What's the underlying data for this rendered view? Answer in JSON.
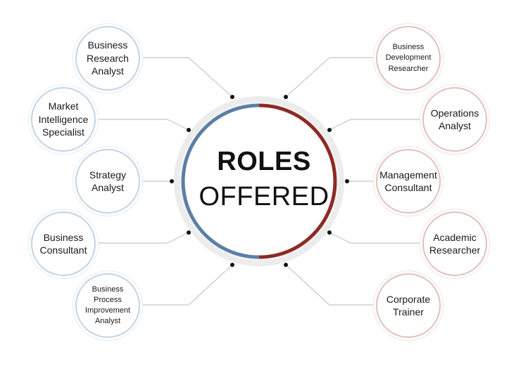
{
  "hub": {
    "title": "ROLES",
    "subtitle": "OFFERED"
  },
  "colors": {
    "left_accent": "#5b7fa6",
    "right_accent": "#8e2a25",
    "left_ring": "#c4d3e4",
    "right_ring": "#dfc1bd",
    "connector": "#c8c8c8",
    "dot": "#111111"
  },
  "left_roles": [
    {
      "label": "Business Research Analyst"
    },
    {
      "label": "Market Intelligence Specialist"
    },
    {
      "label": "Strategy Analyst"
    },
    {
      "label": "Business Consultant"
    },
    {
      "label": "Business Process Improvement Analyst"
    }
  ],
  "right_roles": [
    {
      "label": "Business Development Researcher"
    },
    {
      "label": "Operations Analyst"
    },
    {
      "label": "Management Consultant"
    },
    {
      "label": "Academic Researcher"
    },
    {
      "label": "Corporate Trainer"
    }
  ]
}
